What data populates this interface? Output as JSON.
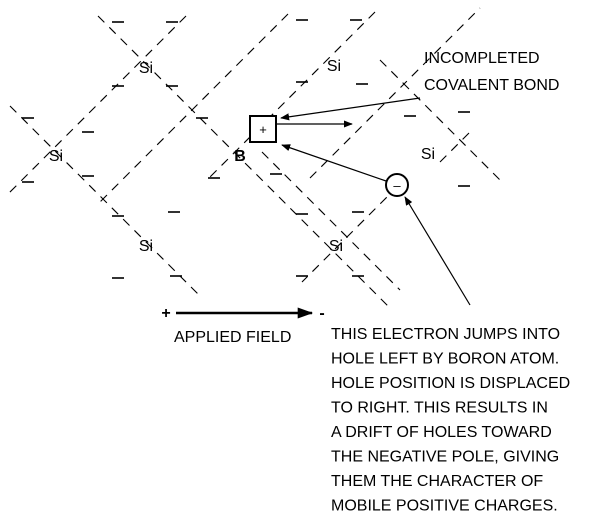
{
  "atoms": {
    "si_top_left": "Si",
    "si_top_right": "Si",
    "si_left": "Si",
    "boron": "B",
    "si_right": "Si",
    "si_bottom_left": "Si",
    "si_bottom_right": "Si"
  },
  "hole": {
    "symbol": "+"
  },
  "electron": {
    "symbol": "–"
  },
  "bond_label": {
    "line1": "INCOMPLETED",
    "line2": "COVALENT BOND"
  },
  "field": {
    "plus": "+",
    "minus": "-",
    "label": "APPLIED FIELD"
  },
  "explanation": [
    "THIS ELECTRON JUMPS INTO",
    "HOLE LEFT BY BORON ATOM.",
    "HOLE POSITION IS DISPLACED",
    "TO RIGHT. THIS RESULTS IN",
    "A DRIFT OF HOLES TOWARD",
    "THE NEGATIVE POLE, GIVING",
    "THEM THE CHARACTER OF",
    "MOBILE POSITIVE CHARGES."
  ]
}
